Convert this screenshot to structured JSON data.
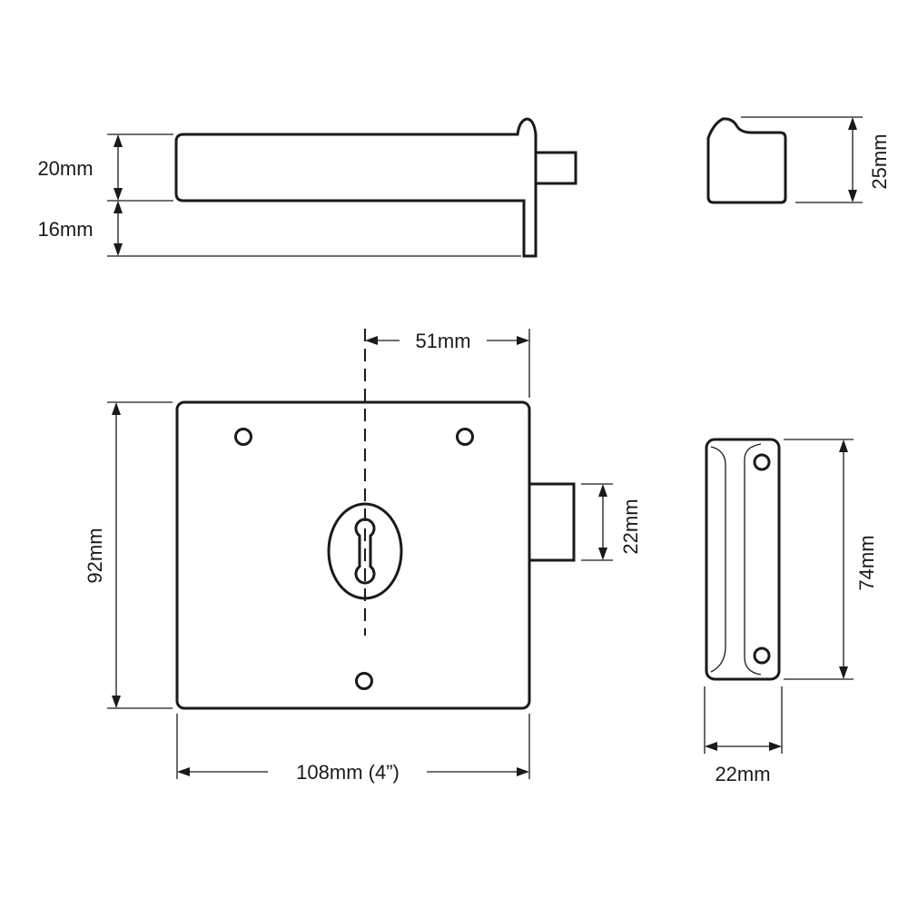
{
  "dimensions": {
    "side_height_upper": "20mm",
    "side_height_lower": "16mm",
    "keep_side_height": "25mm",
    "backset": "51mm",
    "case_height": "92mm",
    "bolt_height": "22mm",
    "case_width": "108mm (4”)",
    "keep_height": "74mm",
    "keep_width": "22mm"
  }
}
